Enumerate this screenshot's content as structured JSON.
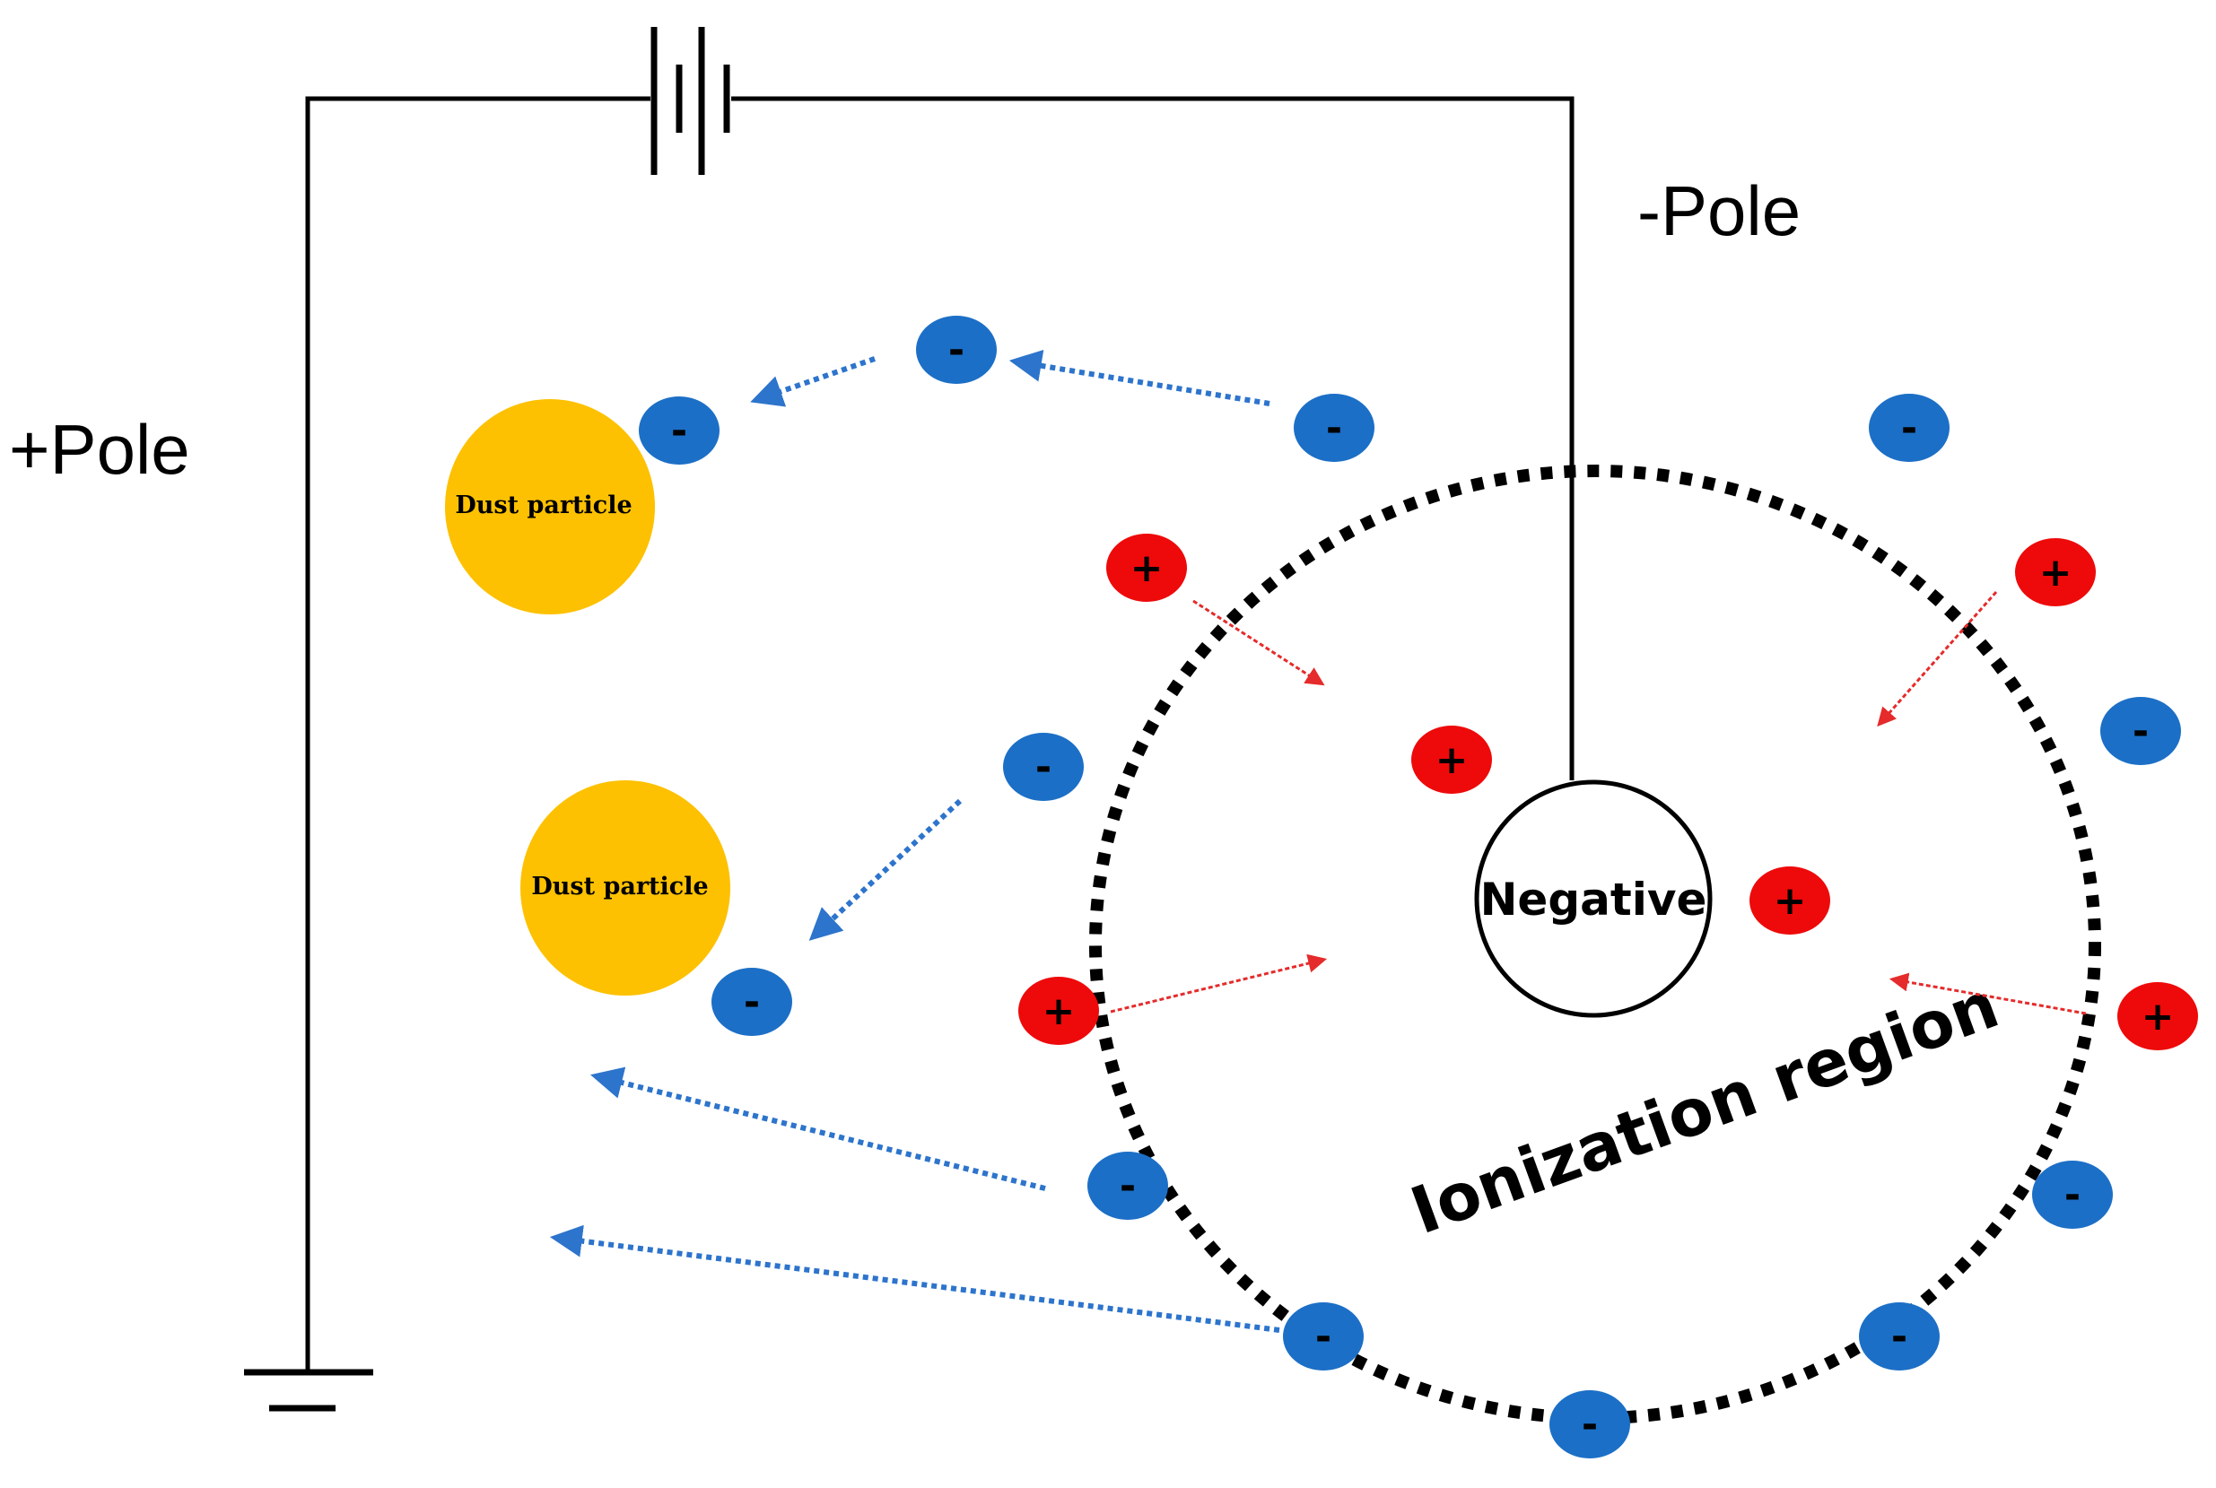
{
  "labels": {
    "positive_pole": "+Pole",
    "negative_pole": "-Pole",
    "negative_electrode": "Negative",
    "ionization_region": "Ionization region",
    "dust_particle_1": "Dust particle",
    "dust_particle_2": "Dust particle"
  },
  "symbols": {
    "negative_ion": "-",
    "positive_ion": "+"
  },
  "colors": {
    "negative_ion": "#1c6fc6",
    "positive_ion": "#ee0a0a",
    "dust": "#fdc101",
    "wire": "#000000",
    "electron_path": "#2d74cc",
    "ion_path": "#e52b2b"
  }
}
